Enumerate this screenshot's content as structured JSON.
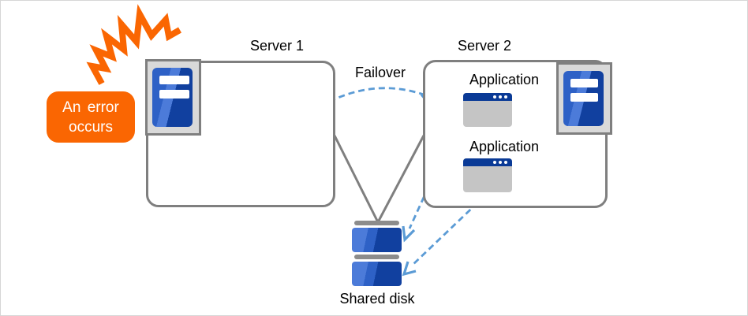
{
  "diagram": {
    "error_callout": {
      "text": "An error occurs"
    },
    "server1": {
      "label": "Server 1"
    },
    "server2": {
      "label": "Server 2",
      "applications": [
        {
          "label": "Application"
        },
        {
          "label": "Application"
        }
      ]
    },
    "failover": {
      "label": "Failover"
    },
    "shared_disk": {
      "label": "Shared disk"
    }
  },
  "icons": {
    "error_burst": "error-burst-icon",
    "server_tower": "server-tower-icon",
    "app_window": "app-window-icon",
    "shared_disk": "shared-disk-icon"
  },
  "colors": {
    "accent_orange": "#fa6602",
    "arrow_blue": "#5b9bd5",
    "box_border": "#7f7f7f",
    "frame_fill": "#d9d9d9",
    "server_blue_light": "#4c7bd9",
    "server_blue_mid": "#2e61c6",
    "server_blue_dark": "#11409f",
    "titlebar_blue": "#0a3a96",
    "window_gray": "#c5c5c5",
    "disk_cap_gray": "#8c8c8c",
    "canvas_border": "#d6d6d6",
    "text_black": "#000000",
    "text_white": "#ffffff"
  }
}
